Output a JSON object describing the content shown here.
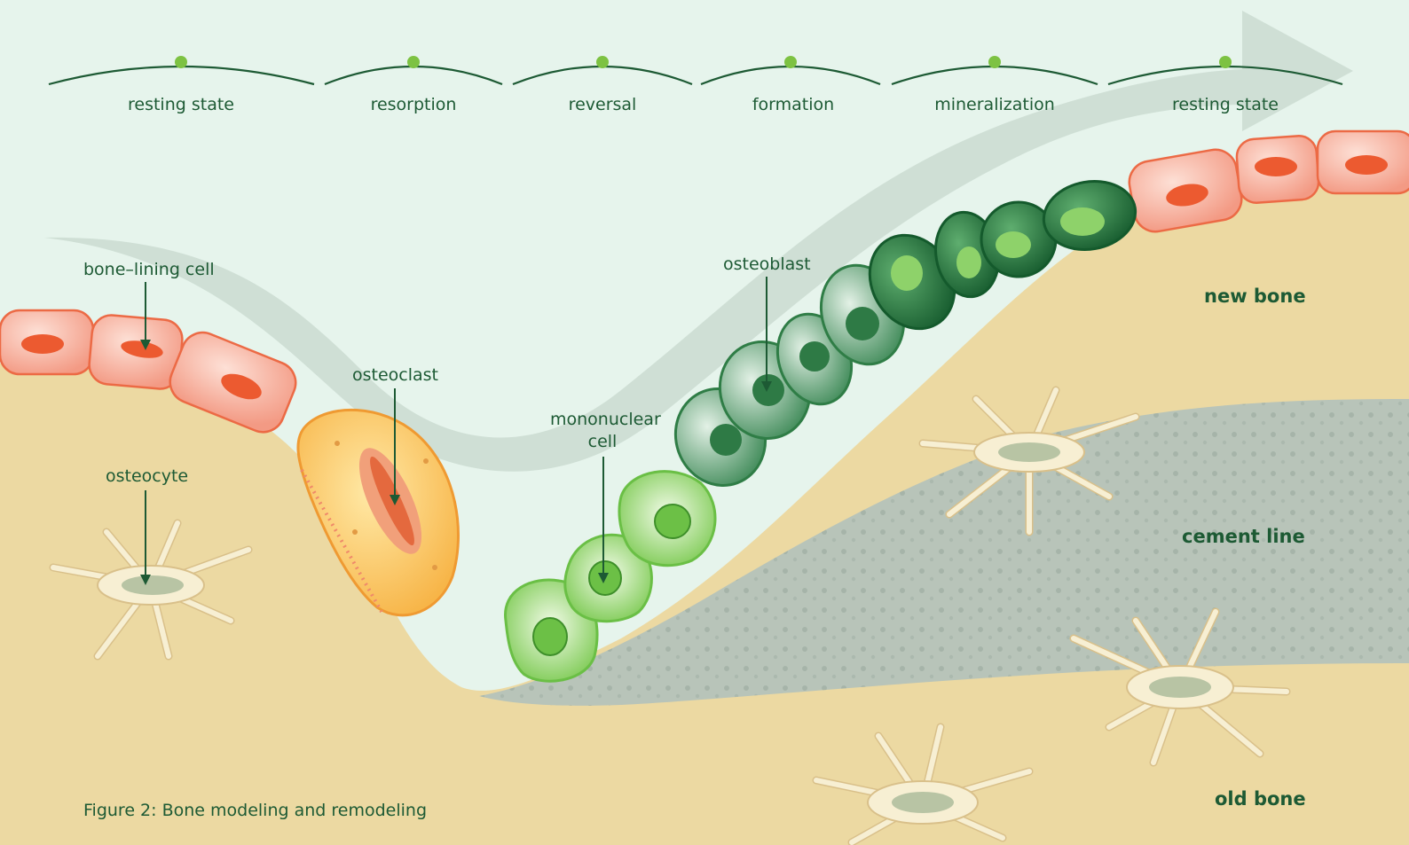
{
  "phases": [
    "resting state",
    "resorption",
    "reversal",
    "formation",
    "mineralization",
    "resting state"
  ],
  "labels": {
    "bone_lining_cell": "bone–lining cell",
    "osteocyte": "osteocyte",
    "osteoclast": "osteoclast",
    "mononuclear_cell_line1": "mononuclear",
    "mononuclear_cell_line2": "cell",
    "osteoblast": "osteoblast"
  },
  "zones": {
    "new_bone": "new bone",
    "cement_line": "cement line",
    "old_bone": "old bone"
  },
  "caption": "Figure 2: Bone modeling and remodeling",
  "colors": {
    "background": "#e6f4ec",
    "bone": "#ecd9a2",
    "cement": "#b8c4b9",
    "text": "#1d5a34",
    "lining_cell": "#f6b4a2",
    "osteoclast": "#fbc85f",
    "mononuclear": "#8fd46a",
    "osteoblast": "#2f7d46",
    "phase_dot": "#7dc242"
  }
}
